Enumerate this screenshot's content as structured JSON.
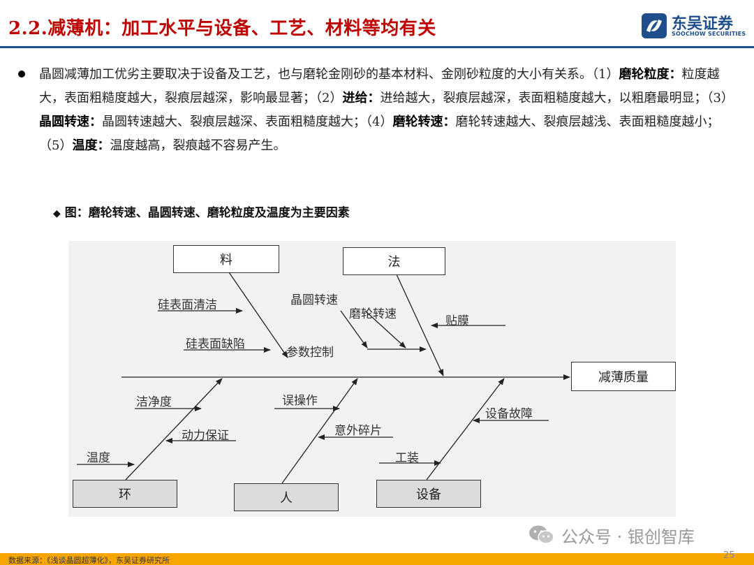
{
  "header": {
    "title": "2.2.减薄机：加工水平与设备、工艺、材料等均有关",
    "logo_cn": "东吴证券",
    "logo_en": "SOOCHOW SECURITIES"
  },
  "body": {
    "p_intro": "晶圆减薄加工优劣主要取决于设备及工艺，也与磨轮金刚砂的基本材料、金刚砂粒度的大小有关系。（1）",
    "t1": "磨轮粒度：",
    "d1": "粒度越大，表面粗糙度越大，裂痕层越深，影响最显著；（2）",
    "t2": "进给：",
    "d2": "进给越大，裂痕层越深，表面粗糙度越大，以粗磨最明显；（3）",
    "t3": "晶圆转速：",
    "d3": "晶圆转速越大、裂痕层越深、表面粗糙度越大；（4）",
    "t4": "磨轮转速：",
    "d4": "磨轮转速越大、裂痕层越浅、表面粗糙度越小；（5）",
    "t5": "温度：",
    "d5": "温度越高，裂痕越不容易产生。"
  },
  "figure": {
    "caption": "图：磨轮转速、晶圆转速、磨轮粒度及温度为主要因素",
    "boxes": {
      "material": "料",
      "method": "法",
      "result": "减薄质量",
      "environment": "环",
      "people": "人",
      "equipment": "设备"
    },
    "labels": {
      "si_cleaning": "硅表面清洁",
      "si_defect": "硅表面缺陷",
      "wafer_speed": "晶圆转速",
      "wheel_speed": "磨轮转速",
      "film": "贴膜",
      "params": "参数控制",
      "cleanliness": "洁净度",
      "power": "动力保证",
      "temperature": "温度",
      "misoperation": "误操作",
      "fragment": "意外碎片",
      "fault": "设备故障",
      "tooling": "工装"
    }
  },
  "watermark": "公众号 · 银创智库",
  "footer": {
    "source": "数据来源：《浅谈晶圆超薄化》，东吴证券研究所",
    "page": "25"
  },
  "colors": {
    "title_red": "#c00000",
    "brand_blue": "#1f4e8c",
    "footer_orange": "#f7a600"
  }
}
